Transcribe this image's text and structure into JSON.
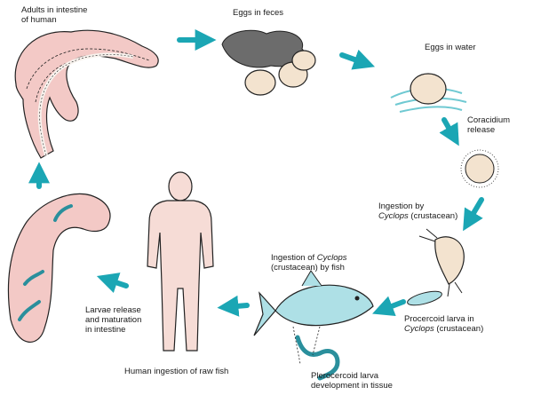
{
  "labels": {
    "adults": [
      "Adults in intestine",
      "of human"
    ],
    "eggs_feces": "Eggs in feces",
    "eggs_water": "Eggs in water",
    "coracidium": [
      "Coracidium",
      "release"
    ],
    "ingestion_cyclops": {
      "line1": "Ingestion by",
      "line2_italic": "Cyclops",
      "line2_rest": " (crustacean)"
    },
    "ingestion_fish": {
      "line1_pre": "Ingestion of ",
      "line1_italic": "Cyclops",
      "line2": "(crustacean) by fish"
    },
    "procercoid": {
      "line1": "Procercoid larva in",
      "line2_italic": "Cyclops",
      "line2_rest": " (crustacean)"
    },
    "plerocercoid": [
      "Plerocercoid larva",
      "development in tissue"
    ],
    "human_ingestion": "Human ingestion of raw fish",
    "larvae_release": [
      "Larvae release",
      "and maturation",
      "in intestine"
    ]
  },
  "colors": {
    "arrow": "#1ba6b4",
    "worm": "#2a8f9c",
    "skin": "#f6dcd6",
    "intestine": "#f3c9c6",
    "outline": "#222222",
    "fish": "#aee0e6",
    "egg": "#f3e3cf",
    "rock": "#6c6c6c"
  }
}
